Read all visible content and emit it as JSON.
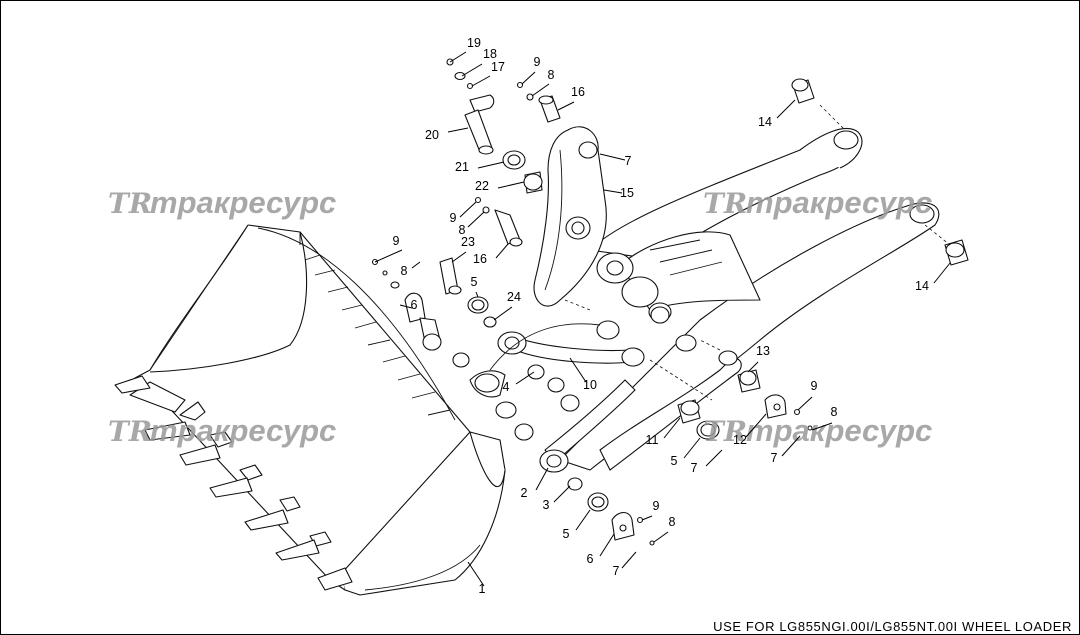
{
  "footer_text": "USE  FOR  LG855NGI.00I/LG855NT.00I WHEEL LOADER",
  "watermark": {
    "logo": "TR",
    "text": "тракресурс"
  },
  "callouts": [
    "1",
    "2",
    "3",
    "4",
    "5",
    "6",
    "7",
    "8",
    "9",
    "10",
    "11",
    "12",
    "13",
    "14",
    "15",
    "16",
    "17",
    "18",
    "19",
    "20",
    "21",
    "22",
    "23",
    "24"
  ],
  "colors": {
    "line": "#111111",
    "watermark": "#9a9a9a",
    "background": "#ffffff"
  }
}
